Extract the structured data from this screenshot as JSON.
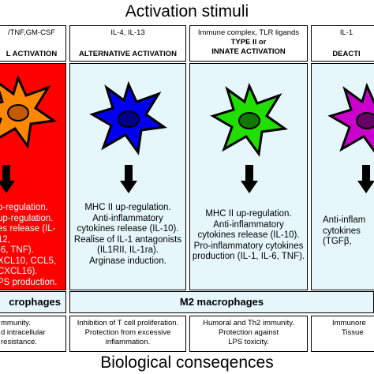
{
  "header": {
    "title": "Activation stimuli"
  },
  "footer": {
    "title": "Biological conseqences"
  },
  "columns": [
    {
      "stimuli": "/TNF,GM-CSF",
      "activation": "L ACTIVATION",
      "effects": [
        "p-regulation.",
        "up-regulation.",
        "es release (IL-12,",
        "-6, TNF).",
        "XCL10, CCL5,",
        "CXCL16).",
        "PS production."
      ],
      "consequences": [
        "mmunity.",
        "d intracellular",
        "resistance."
      ],
      "color": "#ff8800"
    },
    {
      "stimuli": "IL-4, IL-13",
      "activation": "ALTERNATIVE ACTIVATION",
      "effects": [
        "MHC II up-regulation.",
        "Anti-inflammatory",
        "cytokines release (IL-10).",
        "Realise of IL-1 antagonists",
        "(IL1RII, IL-1ra).",
        "Arginase induction."
      ],
      "consequences": [
        "Inhibition of T cell proliferation.",
        "Protection from excessive",
        "inflammation."
      ],
      "color": "#0000ee"
    },
    {
      "stimuli": "Immune complex, TLR ligands",
      "type_line": "TYPE II or",
      "activation": "INNATE ACTIVATION",
      "effects": [
        "MHC II up-regulation.",
        "Anti-inflammatory",
        "cytokines release (IL-10).",
        "Pro-inflammatory cytokines",
        "production (IL-1, IL-6, TNF)."
      ],
      "consequences": [
        "Humoral and Th2 immunity.",
        "Protection against",
        "LPS toxicity."
      ],
      "color": "#22dd00"
    },
    {
      "stimuli": "IL-1",
      "activation": "DEACTI",
      "effects": [
        "Anti-inflam",
        "cytokines",
        "(TGFβ,"
      ],
      "consequences": [
        "Immunore",
        "Tissue"
      ],
      "color": "#cc00cc"
    }
  ],
  "macrophage_labels": {
    "m1": "crophages",
    "m2": "M2 macrophages"
  },
  "colors": {
    "red_panel": "#ff0000",
    "light_panel": "#e6f7fb",
    "band": "#e6f7fb"
  },
  "icons": [
    "macrophage-cell-icon",
    "down-arrow-icon"
  ]
}
